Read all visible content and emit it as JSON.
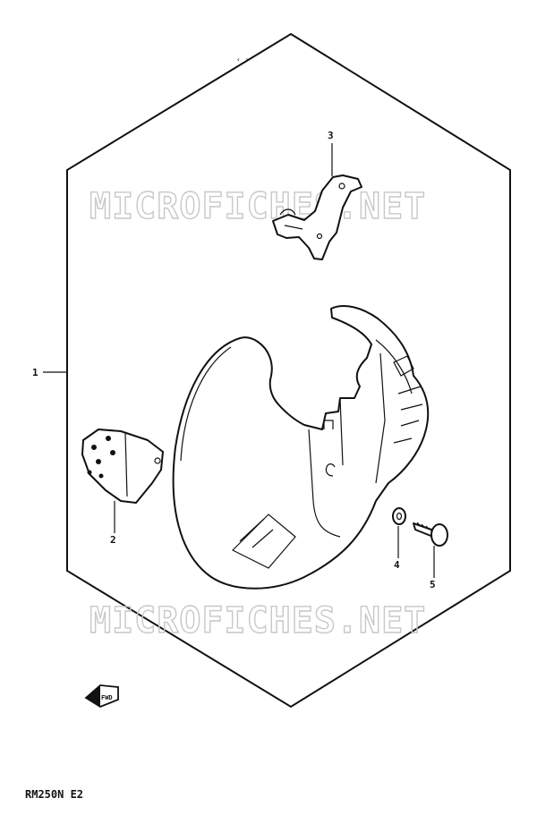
{
  "diagram": {
    "watermarks": [
      "MICROFICHES.NET",
      "MICROFICHES.NET"
    ],
    "model_code": "RM250N E2",
    "fwd_label": "FWD",
    "callouts": [
      {
        "id": "1",
        "label": "1"
      },
      {
        "id": "2",
        "label": "2"
      },
      {
        "id": "3",
        "label": "3"
      },
      {
        "id": "4",
        "label": "4"
      },
      {
        "id": "5",
        "label": "5"
      }
    ]
  }
}
